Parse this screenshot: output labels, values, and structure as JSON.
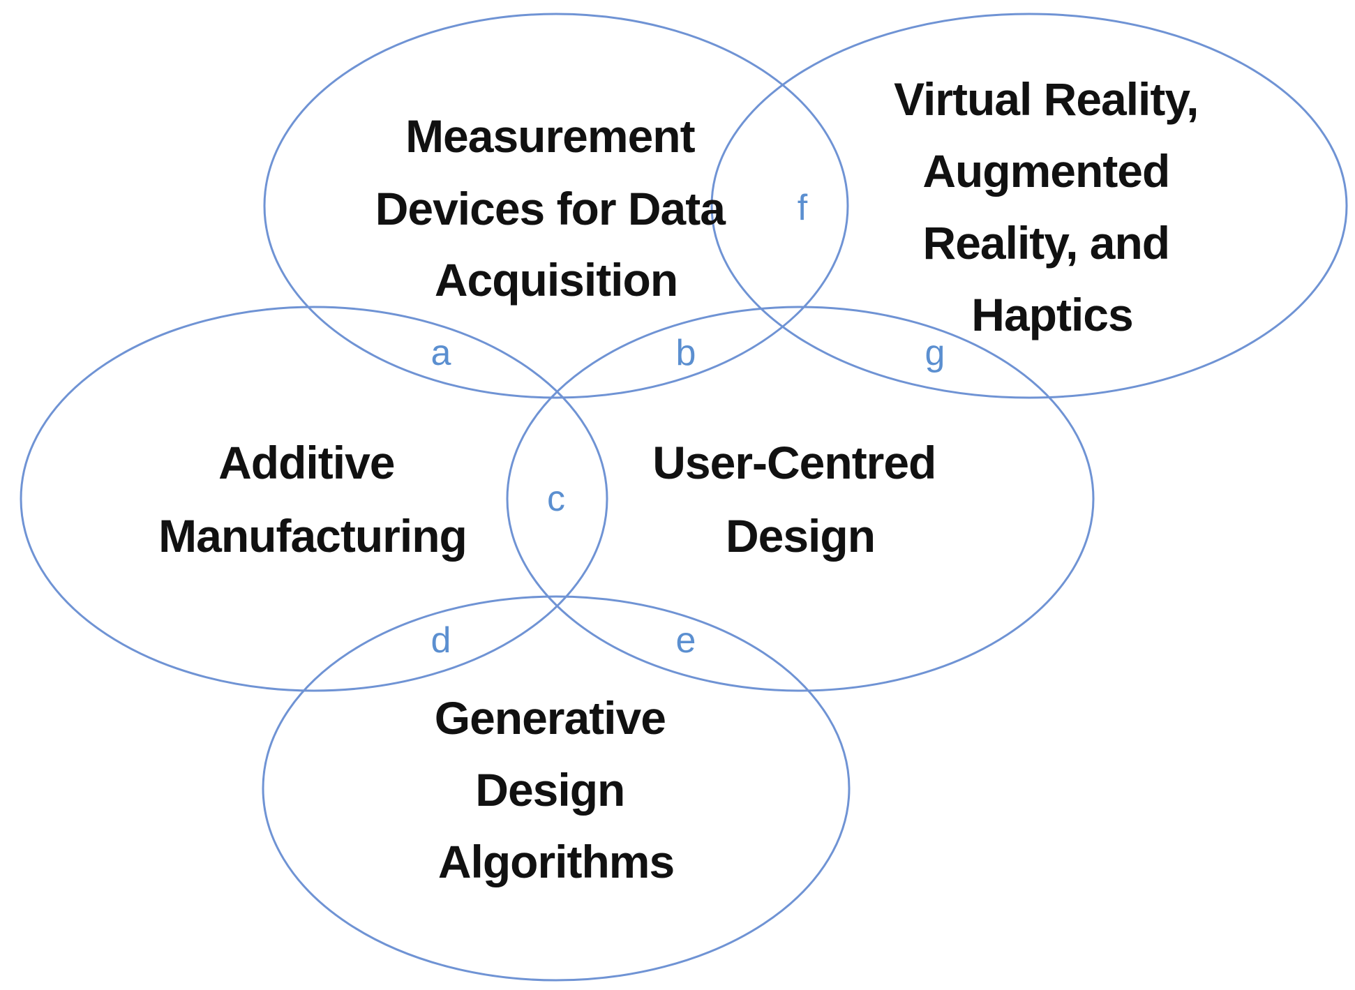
{
  "colors": {
    "ellipse_stroke": "#6f93d4",
    "set_text": "#111111",
    "region_text": "#5b8fd0",
    "background": "#ffffff"
  },
  "sets": {
    "measurement": {
      "lines": [
        "Measurement",
        "Devices for Data",
        "Acquisition"
      ]
    },
    "vr": {
      "lines": [
        "Virtual Reality,",
        "Augmented",
        "Reality, and",
        "Haptics"
      ]
    },
    "additive": {
      "lines": [
        "Additive",
        "Manufacturing"
      ]
    },
    "ucd": {
      "lines": [
        "User-Centred",
        "Design"
      ]
    },
    "generative": {
      "lines": [
        "Generative",
        "Design",
        "Algorithms"
      ]
    }
  },
  "regions": {
    "a": "a",
    "b": "b",
    "c": "c",
    "d": "d",
    "e": "e",
    "f": "f",
    "g": "g"
  }
}
